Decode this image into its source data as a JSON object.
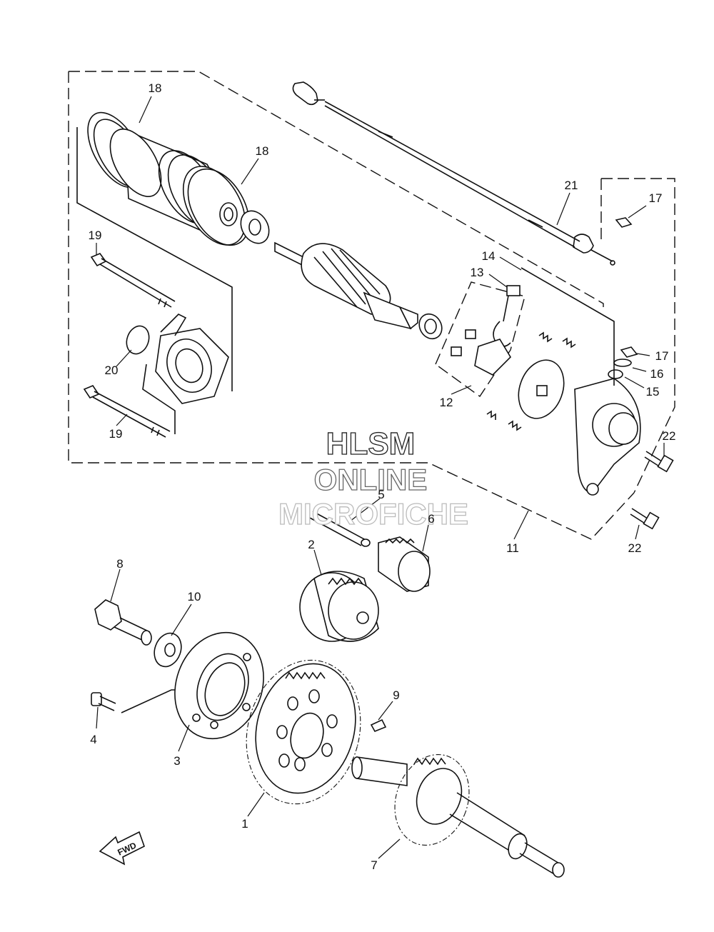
{
  "watermark": {
    "line1": "HLSM",
    "line2": "ONLINE",
    "line3": "MICROFICHE"
  },
  "direction_marker": "FWD",
  "callouts": {
    "c1": "1",
    "c2": "2",
    "c3": "3",
    "c4": "4",
    "c5": "5",
    "c6": "6",
    "c7": "7",
    "c8": "8",
    "c9": "9",
    "c10": "10",
    "c11": "11",
    "c12": "12",
    "c13": "13",
    "c14": "14",
    "c15": "15",
    "c16": "16",
    "c17a": "17",
    "c17b": "17",
    "c18a": "18",
    "c18b": "18",
    "c19a": "19",
    "c19b": "19",
    "c20": "20",
    "c21": "21",
    "c22a": "22",
    "c22b": "22"
  }
}
